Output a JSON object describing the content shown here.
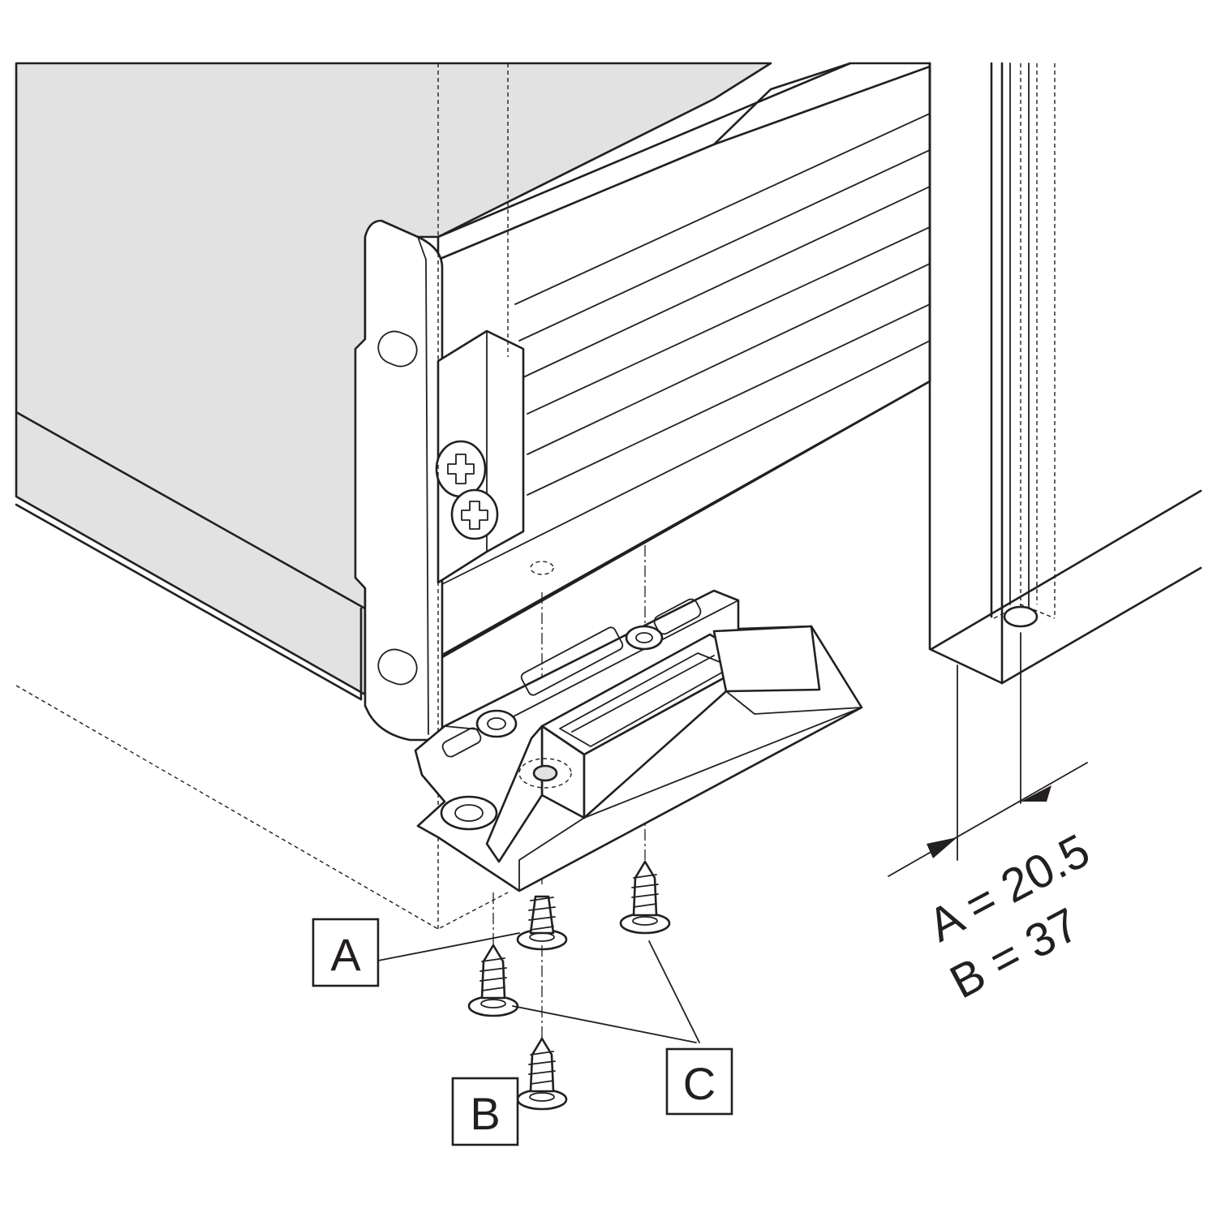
{
  "colors": {
    "line": "#231f20",
    "panel_fill": "#e2e2e3",
    "background": "#ffffff"
  },
  "callouts": {
    "a": "A",
    "b": "B",
    "c": "C"
  },
  "dimensions": {
    "a": "A = 20.5",
    "b": "B = 37"
  },
  "icons": {
    "screw_head_1": "phillips-screw-icon",
    "screw_head_2": "phillips-screw-icon"
  }
}
